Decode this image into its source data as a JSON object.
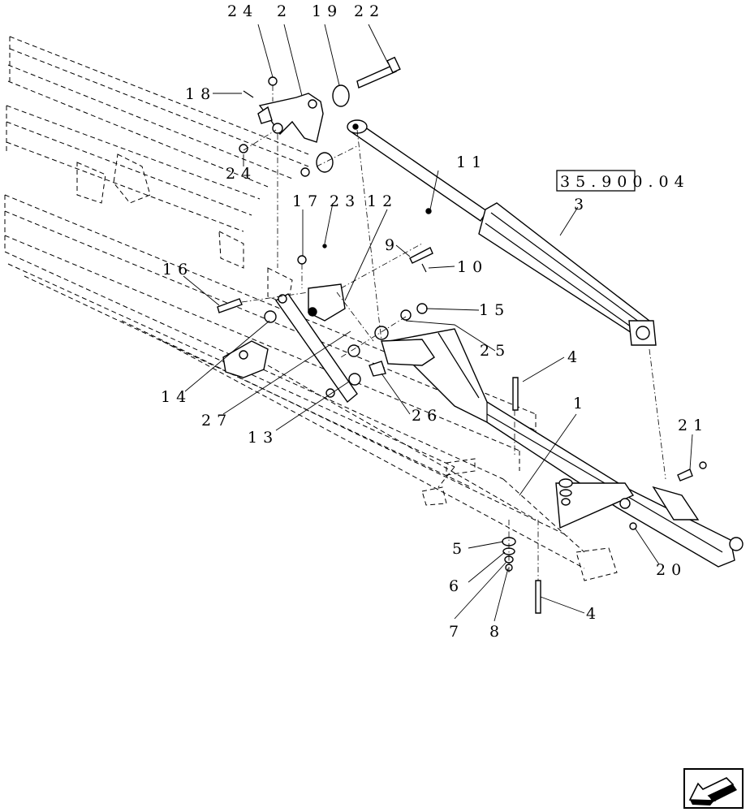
{
  "callouts": [
    {
      "id": "c24a",
      "text": "24"
    },
    {
      "id": "c2",
      "text": "2"
    },
    {
      "id": "c19",
      "text": "19"
    },
    {
      "id": "c22",
      "text": "22"
    },
    {
      "id": "c18",
      "text": "18"
    },
    {
      "id": "c24b",
      "text": "24"
    },
    {
      "id": "c11",
      "text": "11"
    },
    {
      "id": "c3",
      "text": "3"
    },
    {
      "id": "c17",
      "text": "17"
    },
    {
      "id": "c23",
      "text": "23"
    },
    {
      "id": "c12",
      "text": "12"
    },
    {
      "id": "c9",
      "text": "9"
    },
    {
      "id": "c10",
      "text": "10"
    },
    {
      "id": "c16",
      "text": "16"
    },
    {
      "id": "c15",
      "text": "15"
    },
    {
      "id": "c25",
      "text": "25"
    },
    {
      "id": "c4a",
      "text": "4"
    },
    {
      "id": "c14",
      "text": "14"
    },
    {
      "id": "c27",
      "text": "27"
    },
    {
      "id": "c26",
      "text": "26"
    },
    {
      "id": "c1",
      "text": "1"
    },
    {
      "id": "c13",
      "text": "13"
    },
    {
      "id": "c21",
      "text": "21"
    },
    {
      "id": "c5",
      "text": "5"
    },
    {
      "id": "c6",
      "text": "6"
    },
    {
      "id": "c20",
      "text": "20"
    },
    {
      "id": "c7",
      "text": "7"
    },
    {
      "id": "c8",
      "text": "8"
    },
    {
      "id": "c4b",
      "text": "4"
    }
  ],
  "reference": {
    "text": "35.900.04"
  },
  "navigation": {
    "icon": "arrow-back-icon"
  }
}
